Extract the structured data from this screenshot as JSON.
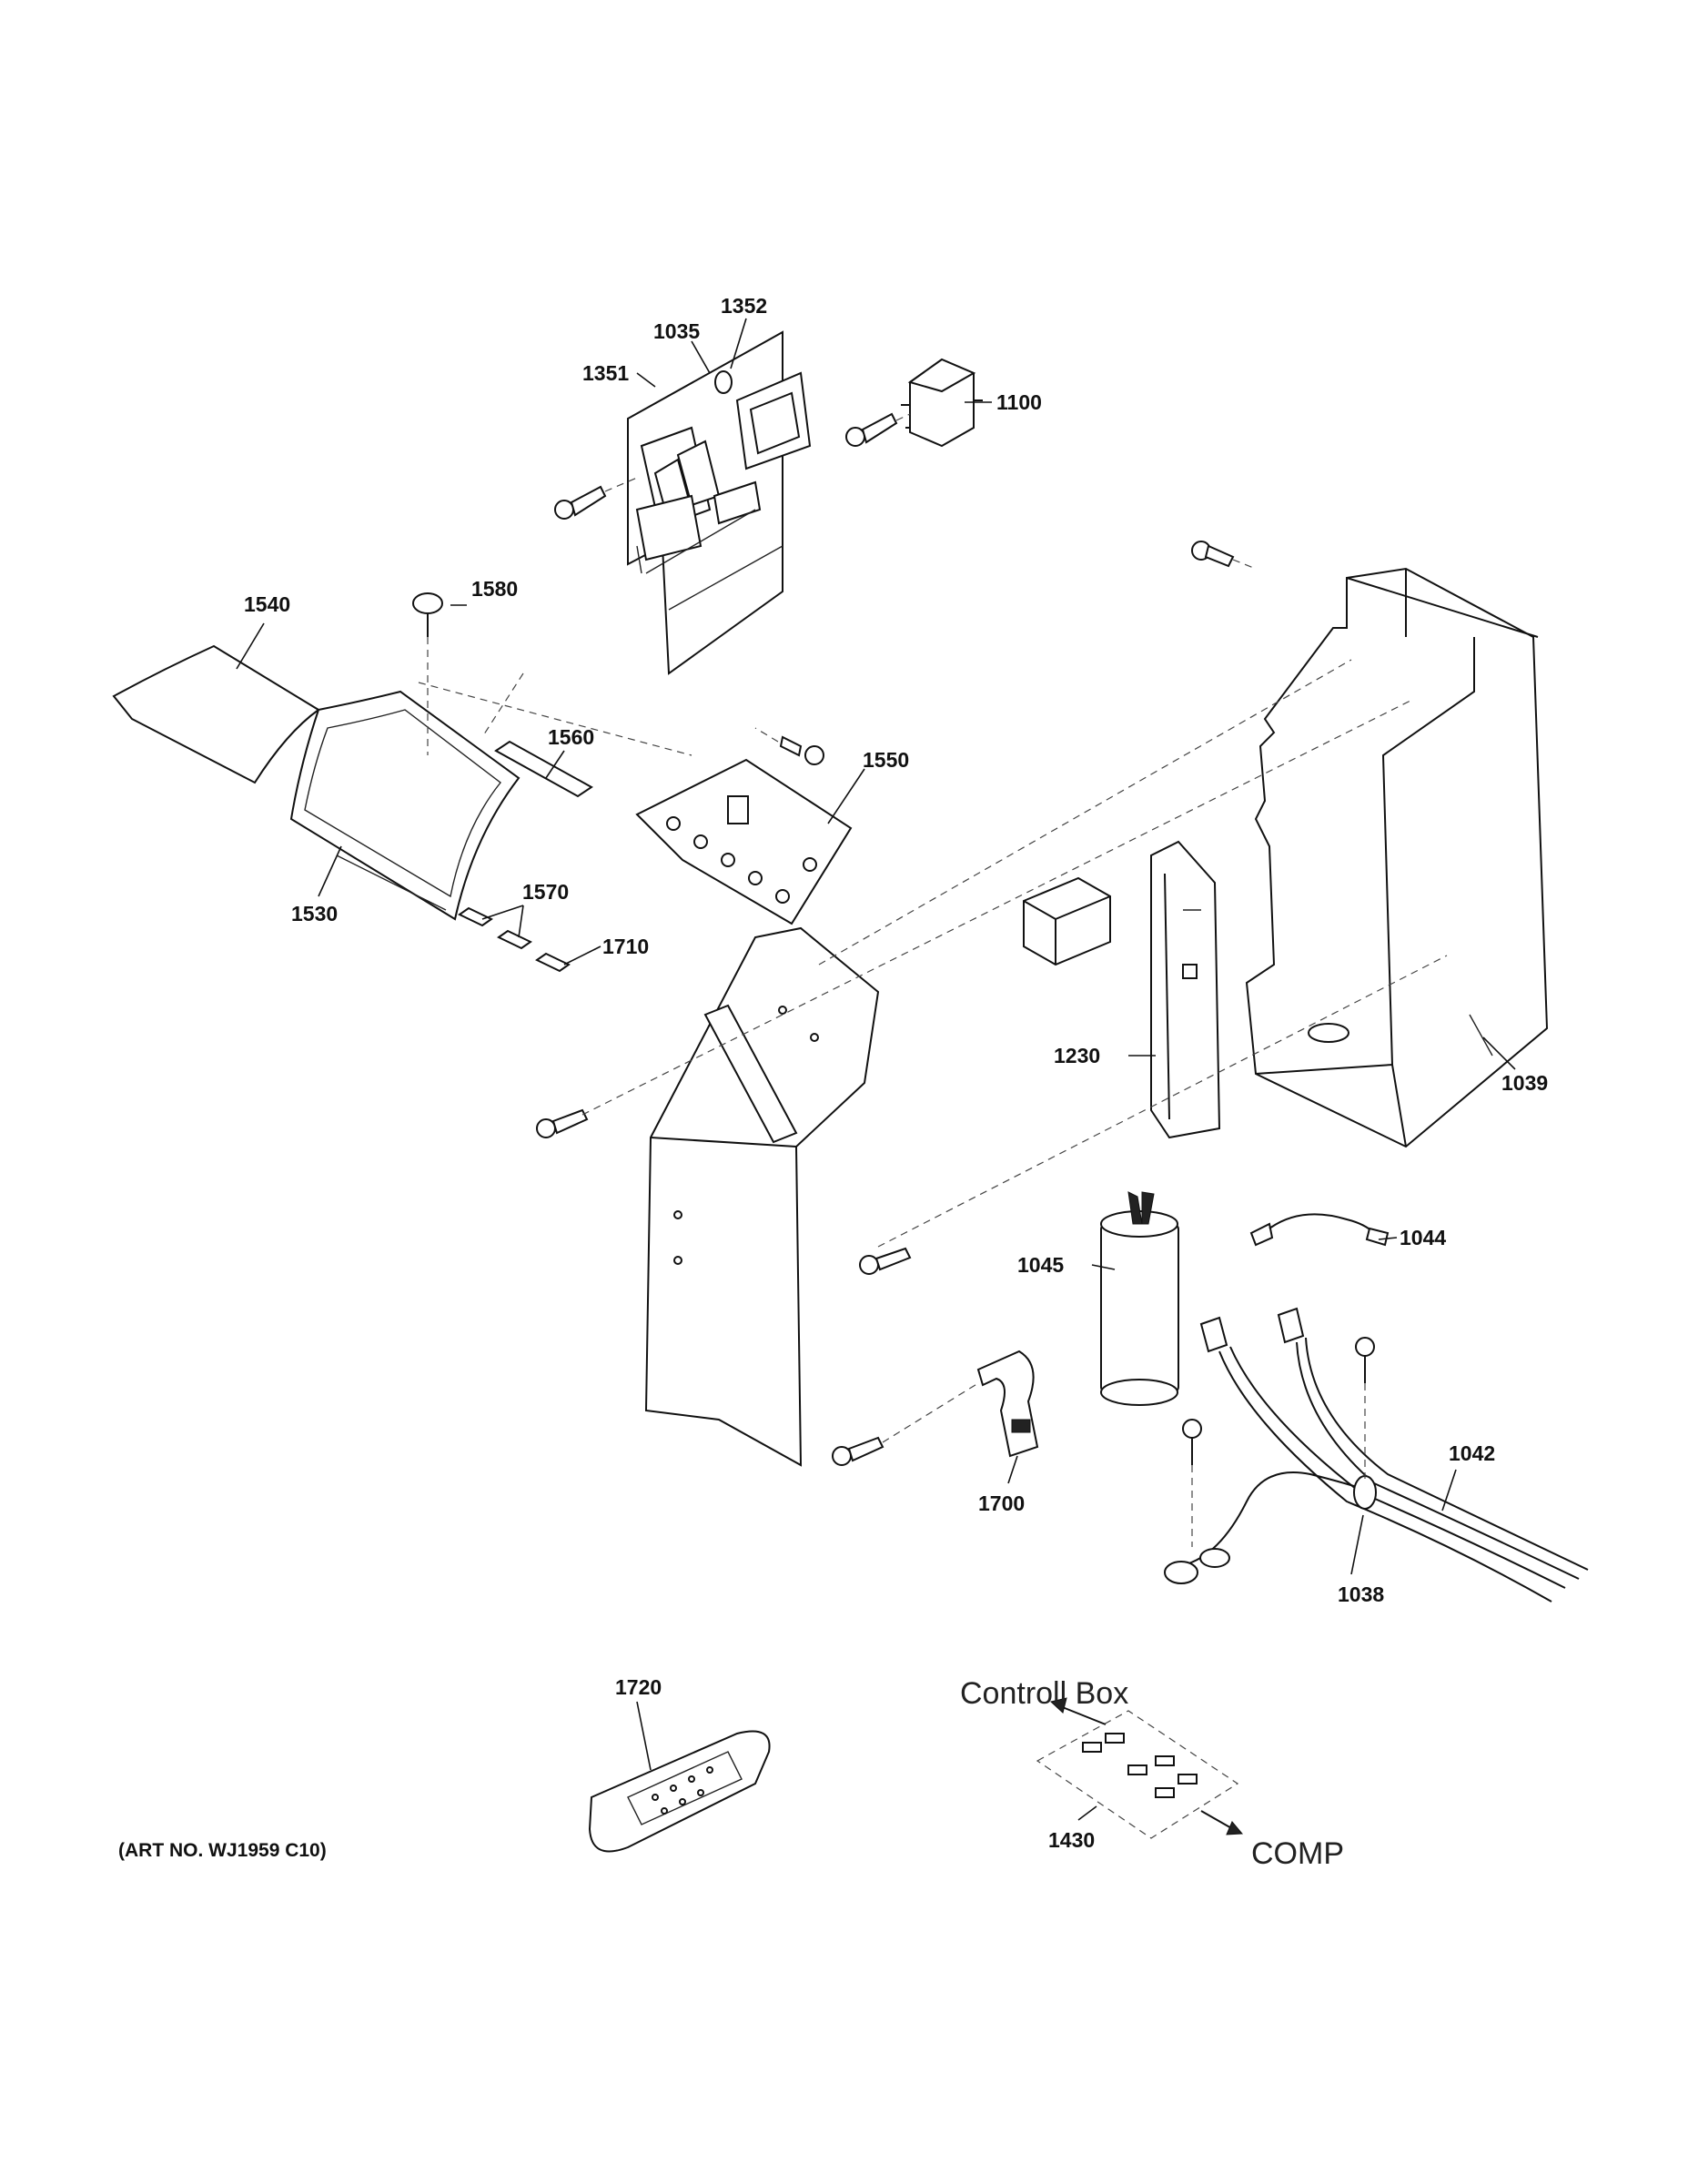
{
  "diagram": {
    "parts": {
      "p1035": "1035",
      "p1352": "1352",
      "p1351": "1351",
      "p1100": "1100",
      "p1580": "1580",
      "p1540": "1540",
      "p1560": "1560",
      "p1550": "1550",
      "p1530": "1530",
      "p1570": "1570",
      "p1710": "1710",
      "p1230": "1230",
      "p1039": "1039",
      "p1045": "1045",
      "p1044": "1044",
      "p1042": "1042",
      "p1700": "1700",
      "p1038": "1038",
      "p1720": "1720",
      "p1430": "1430"
    },
    "callouts": {
      "control_box": "Controll Box",
      "comp": "COMP"
    },
    "art_number": "(ART NO. WJ1959 C10)"
  }
}
